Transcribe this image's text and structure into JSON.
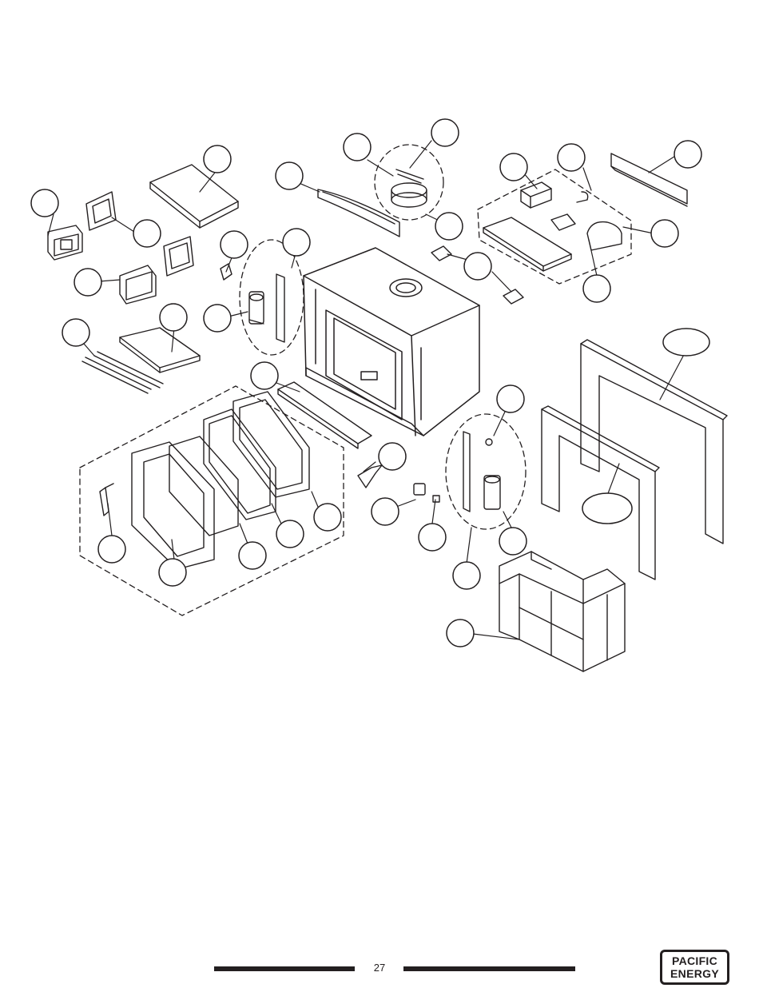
{
  "footer": {
    "page_number": "27",
    "logo_line1": "PACIFIC",
    "logo_line2": "ENERGY"
  },
  "diagram": {
    "callout_labels": []
  }
}
